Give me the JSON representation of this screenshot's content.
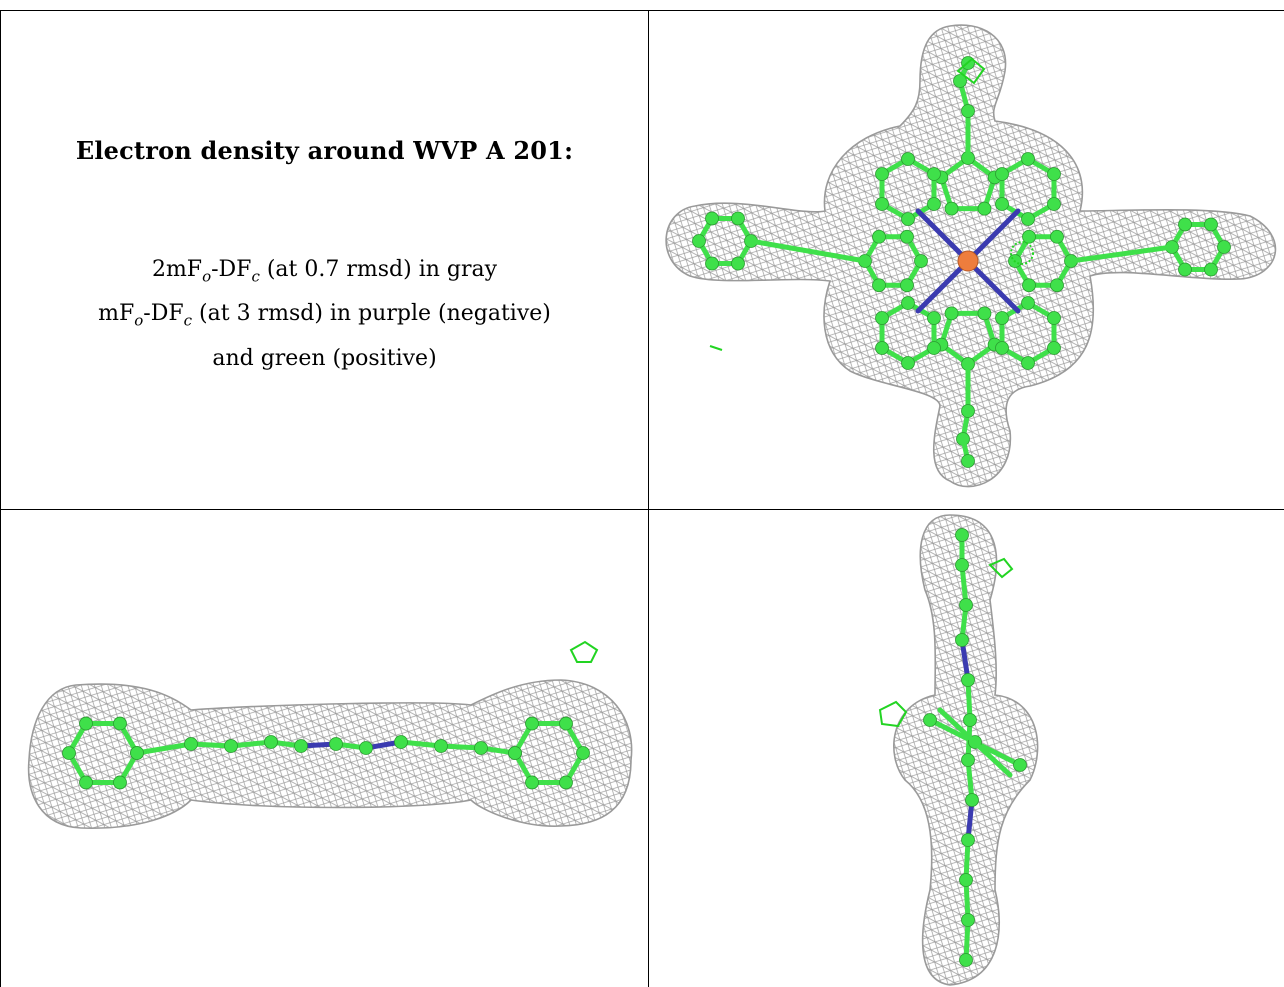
{
  "header": {
    "title": "Electron density around WVP A 201:"
  },
  "legend": {
    "line1": {
      "pre": "2mF",
      "s1": "o",
      "mid": "-DF",
      "s2": "c",
      "post": " (at 0.7 rmsd) in gray"
    },
    "line2": {
      "pre": "mF",
      "s1": "o",
      "mid": "-DF",
      "s2": "c",
      "post": " (at 3 rmsd) in purple (negative)"
    },
    "line3": "and green (positive)"
  },
  "colors": {
    "mesh": "#9a9a9a",
    "carbon": "#3fe04a",
    "nitrogen": "#3b3bb0",
    "metal": "#ee7d3d",
    "diff_positive": "#22d422",
    "border": "#000000"
  },
  "panels": [
    {
      "view": "top"
    },
    {
      "view": "side"
    },
    {
      "view": "edge"
    }
  ]
}
